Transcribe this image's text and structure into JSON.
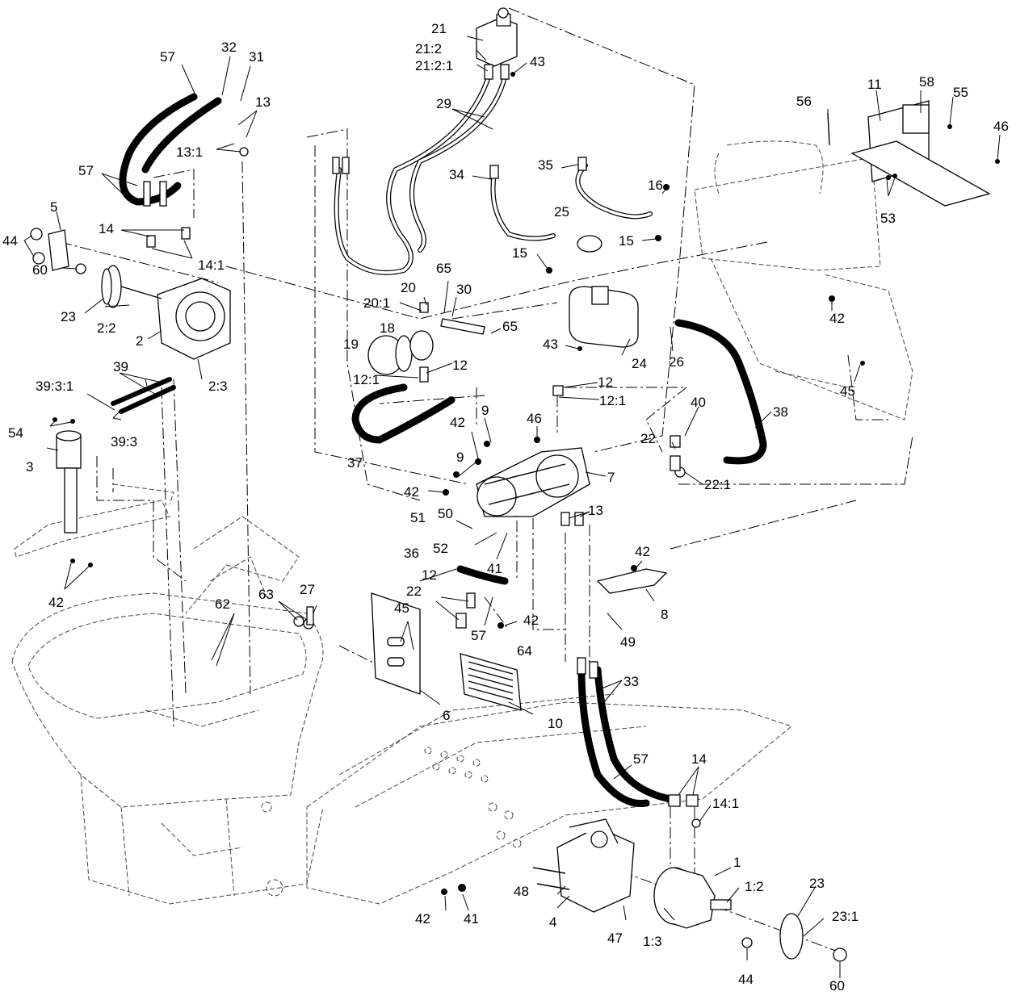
{
  "callouts": [
    {
      "id": "c1",
      "text": "1"
    },
    {
      "id": "c1_2",
      "text": "1:2"
    },
    {
      "id": "c1_3",
      "text": "1:3"
    },
    {
      "id": "c2",
      "text": "2"
    },
    {
      "id": "c2_2",
      "text": "2:2"
    },
    {
      "id": "c2_3",
      "text": "2:3"
    },
    {
      "id": "c3",
      "text": "3"
    },
    {
      "id": "c4",
      "text": "4"
    },
    {
      "id": "c5",
      "text": "5"
    },
    {
      "id": "c6",
      "text": "6"
    },
    {
      "id": "c7",
      "text": "7"
    },
    {
      "id": "c8",
      "text": "8"
    },
    {
      "id": "c9a",
      "text": "9"
    },
    {
      "id": "c9b",
      "text": "9"
    },
    {
      "id": "c10",
      "text": "10"
    },
    {
      "id": "c11",
      "text": "11"
    },
    {
      "id": "c12a",
      "text": "12"
    },
    {
      "id": "c12b",
      "text": "12"
    },
    {
      "id": "c12c",
      "text": "12"
    },
    {
      "id": "c12_1a",
      "text": "12:1"
    },
    {
      "id": "c12_1b",
      "text": "12:1"
    },
    {
      "id": "c13a",
      "text": "13"
    },
    {
      "id": "c13b",
      "text": "13"
    },
    {
      "id": "c13_1",
      "text": "13:1"
    },
    {
      "id": "c14a",
      "text": "14"
    },
    {
      "id": "c14b",
      "text": "14"
    },
    {
      "id": "c14_1a",
      "text": "14:1"
    },
    {
      "id": "c14_1b",
      "text": "14:1"
    },
    {
      "id": "c15a",
      "text": "15"
    },
    {
      "id": "c15b",
      "text": "15"
    },
    {
      "id": "c16",
      "text": "16"
    },
    {
      "id": "c18",
      "text": "18"
    },
    {
      "id": "c19",
      "text": "19"
    },
    {
      "id": "c20",
      "text": "20"
    },
    {
      "id": "c20_1",
      "text": "20:1"
    },
    {
      "id": "c21",
      "text": "21"
    },
    {
      "id": "c21_2",
      "text": "21:2"
    },
    {
      "id": "c21_2_1",
      "text": "21:2:1"
    },
    {
      "id": "c22a",
      "text": "22"
    },
    {
      "id": "c22b",
      "text": "22"
    },
    {
      "id": "c22_1",
      "text": "22:1"
    },
    {
      "id": "c23a",
      "text": "23"
    },
    {
      "id": "c23b",
      "text": "23"
    },
    {
      "id": "c23_1",
      "text": "23:1"
    },
    {
      "id": "c24",
      "text": "24"
    },
    {
      "id": "c25",
      "text": "25"
    },
    {
      "id": "c26",
      "text": "26"
    },
    {
      "id": "c27",
      "text": "27"
    },
    {
      "id": "c29",
      "text": "29"
    },
    {
      "id": "c30",
      "text": "30"
    },
    {
      "id": "c31",
      "text": "31"
    },
    {
      "id": "c32",
      "text": "32"
    },
    {
      "id": "c33",
      "text": "33"
    },
    {
      "id": "c34",
      "text": "34"
    },
    {
      "id": "c35",
      "text": "35"
    },
    {
      "id": "c36",
      "text": "36"
    },
    {
      "id": "c37",
      "text": "37"
    },
    {
      "id": "c38",
      "text": "38"
    },
    {
      "id": "c39",
      "text": "39"
    },
    {
      "id": "c39_3",
      "text": "39:3"
    },
    {
      "id": "c39_3_1",
      "text": "39:3:1"
    },
    {
      "id": "c40",
      "text": "40"
    },
    {
      "id": "c41a",
      "text": "41"
    },
    {
      "id": "c41b",
      "text": "41"
    },
    {
      "id": "c42a",
      "text": "42"
    },
    {
      "id": "c42b",
      "text": "42"
    },
    {
      "id": "c42c",
      "text": "42"
    },
    {
      "id": "c42d",
      "text": "42"
    },
    {
      "id": "c42e",
      "text": "42"
    },
    {
      "id": "c42f",
      "text": "42"
    },
    {
      "id": "c42g",
      "text": "42"
    },
    {
      "id": "c43a",
      "text": "43"
    },
    {
      "id": "c43b",
      "text": "43"
    },
    {
      "id": "c44a",
      "text": "44"
    },
    {
      "id": "c44b",
      "text": "44"
    },
    {
      "id": "c45a",
      "text": "45"
    },
    {
      "id": "c45b",
      "text": "45"
    },
    {
      "id": "c46a",
      "text": "46"
    },
    {
      "id": "c46b",
      "text": "46"
    },
    {
      "id": "c47",
      "text": "47"
    },
    {
      "id": "c48",
      "text": "48"
    },
    {
      "id": "c49",
      "text": "49"
    },
    {
      "id": "c50",
      "text": "50"
    },
    {
      "id": "c51",
      "text": "51"
    },
    {
      "id": "c52",
      "text": "52"
    },
    {
      "id": "c53",
      "text": "53"
    },
    {
      "id": "c54",
      "text": "54"
    },
    {
      "id": "c55",
      "text": "55"
    },
    {
      "id": "c56",
      "text": "56"
    },
    {
      "id": "c57a",
      "text": "57"
    },
    {
      "id": "c57b",
      "text": "57"
    },
    {
      "id": "c57c",
      "text": "57"
    },
    {
      "id": "c57d",
      "text": "57"
    },
    {
      "id": "c58",
      "text": "58"
    },
    {
      "id": "c60a",
      "text": "60"
    },
    {
      "id": "c60b",
      "text": "60"
    },
    {
      "id": "c62",
      "text": "62"
    },
    {
      "id": "c63",
      "text": "63"
    },
    {
      "id": "c64",
      "text": "64"
    },
    {
      "id": "c65a",
      "text": "65"
    },
    {
      "id": "c65b",
      "text": "65"
    }
  ]
}
